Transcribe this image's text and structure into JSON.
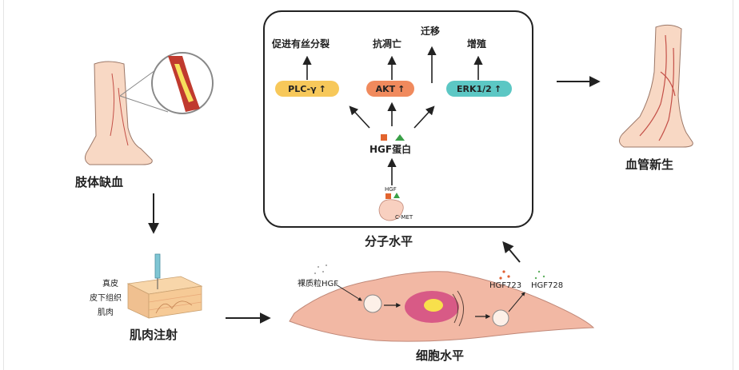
{
  "labels": {
    "limb_ischemia": "肢体缺血",
    "angiogenesis": "血管新生",
    "muscle_injection": "肌肉注射",
    "molecular_level": "分子水平",
    "cellular_level": "细胞水平",
    "dermis": "真皮",
    "subcutaneous": "皮下组织",
    "muscle": "肌肉",
    "plasmid": "裸质粒HGF",
    "hgf723": "HGF723",
    "hgf728": "HGF728",
    "hgf_protein": "HGF蛋白",
    "hgf_small": "HGF",
    "cmet": "C-MET",
    "mitosis": "促进有丝分裂",
    "anti_apoptosis": "抗凋亡",
    "migration": "迁移",
    "proliferation": "增殖"
  },
  "pills": {
    "plc": "PLC-γ",
    "akt": "AKT",
    "erk": "ERK1/2"
  },
  "up_arrow": "↑",
  "colors": {
    "plc": "#f7c85a",
    "akt": "#f08a5d",
    "erk": "#5cc7c4",
    "cell": "#f2b8a4",
    "skin": "#f6d09c",
    "arrow": "#222222"
  }
}
